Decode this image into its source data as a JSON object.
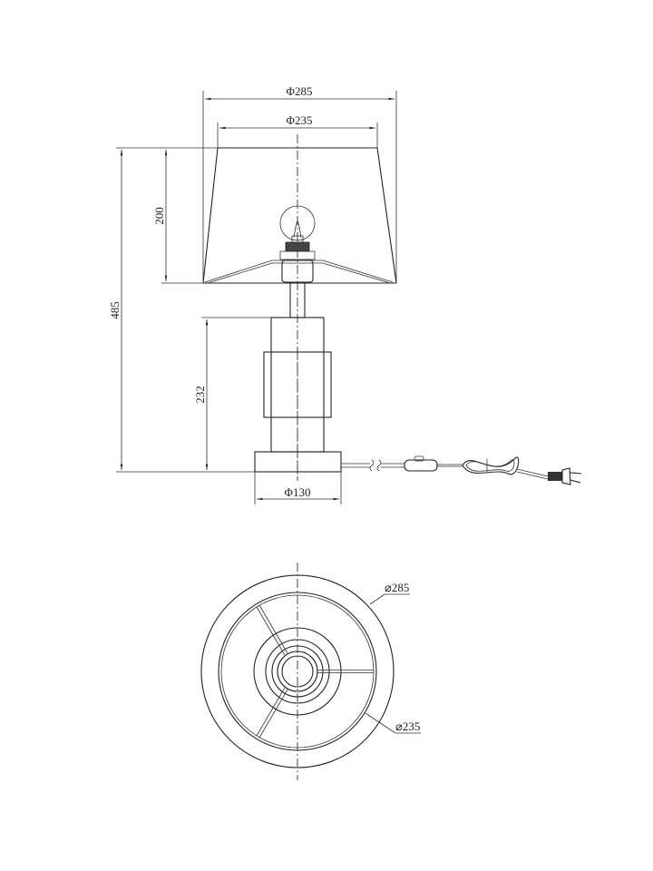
{
  "side_view": {
    "shade_outer_diameter": "Φ285",
    "shade_inner_diameter": "Φ235",
    "shade_height": "200",
    "total_height": "485",
    "base_height": "232",
    "base_diameter": "Φ130"
  },
  "top_view": {
    "outer_diameter": "⌀285",
    "inner_diameter": "⌀235"
  }
}
